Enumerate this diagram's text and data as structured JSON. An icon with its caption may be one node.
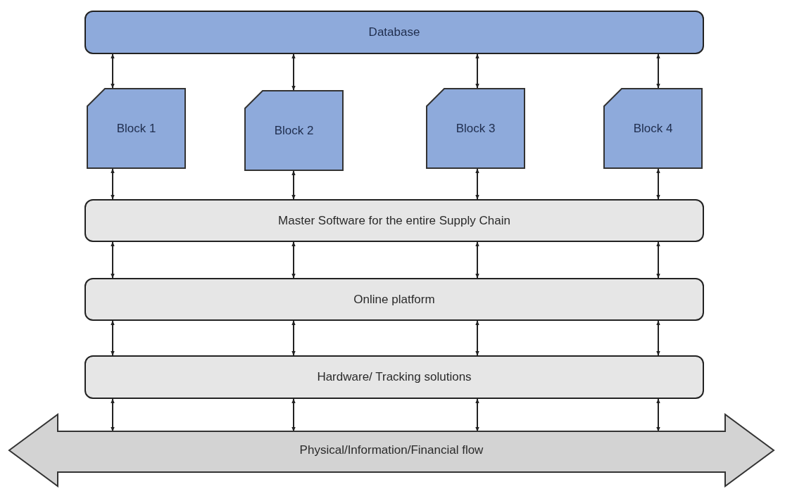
{
  "diagram": {
    "nodes": [
      {
        "text": [
          "Database"
        ]
      },
      {
        "text": [
          "Block 1"
        ]
      },
      {
        "text": [
          "Block 2"
        ]
      },
      {
        "text": [
          "Block 3"
        ]
      },
      {
        "text": [
          "Block 4"
        ]
      },
      {
        "text": [
          "Master Software for the entire Supply Chain"
        ]
      },
      {
        "text": [
          "Online platform"
        ]
      },
      {
        "text": [
          "Hardware/ Tracking solutions"
        ]
      },
      {
        "text": [
          "Physical/Information/Financial flow"
        ]
      }
    ],
    "edges": [
      {
        "from": 0,
        "to": 1,
        "arrow": "both"
      },
      {
        "from": 0,
        "to": 2,
        "arrow": "both"
      },
      {
        "from": 0,
        "to": 3,
        "arrow": "both"
      },
      {
        "from": 0,
        "to": 4,
        "arrow": "both"
      },
      {
        "from": 1,
        "to": 5,
        "arrow": "both"
      },
      {
        "from": 2,
        "to": 5,
        "arrow": "both"
      },
      {
        "from": 3,
        "to": 5,
        "arrow": "both"
      },
      {
        "from": 4,
        "to": 5,
        "arrow": "both"
      },
      {
        "from": 5,
        "to": 6,
        "arrow": "both"
      },
      {
        "from": 5,
        "to": 6,
        "arrow": "both"
      },
      {
        "from": 5,
        "to": 6,
        "arrow": "both"
      },
      {
        "from": 5,
        "to": 6,
        "arrow": "both"
      },
      {
        "from": 6,
        "to": 7,
        "arrow": "both"
      },
      {
        "from": 6,
        "to": 7,
        "arrow": "both"
      },
      {
        "from": 6,
        "to": 7,
        "arrow": "both"
      },
      {
        "from": 6,
        "to": 7,
        "arrow": "both"
      },
      {
        "from": 7,
        "to": 8,
        "arrow": "both"
      },
      {
        "from": 7,
        "to": 8,
        "arrow": "both"
      },
      {
        "from": 7,
        "to": 8,
        "arrow": "both"
      },
      {
        "from": 7,
        "to": 8,
        "arrow": "both"
      }
    ]
  }
}
